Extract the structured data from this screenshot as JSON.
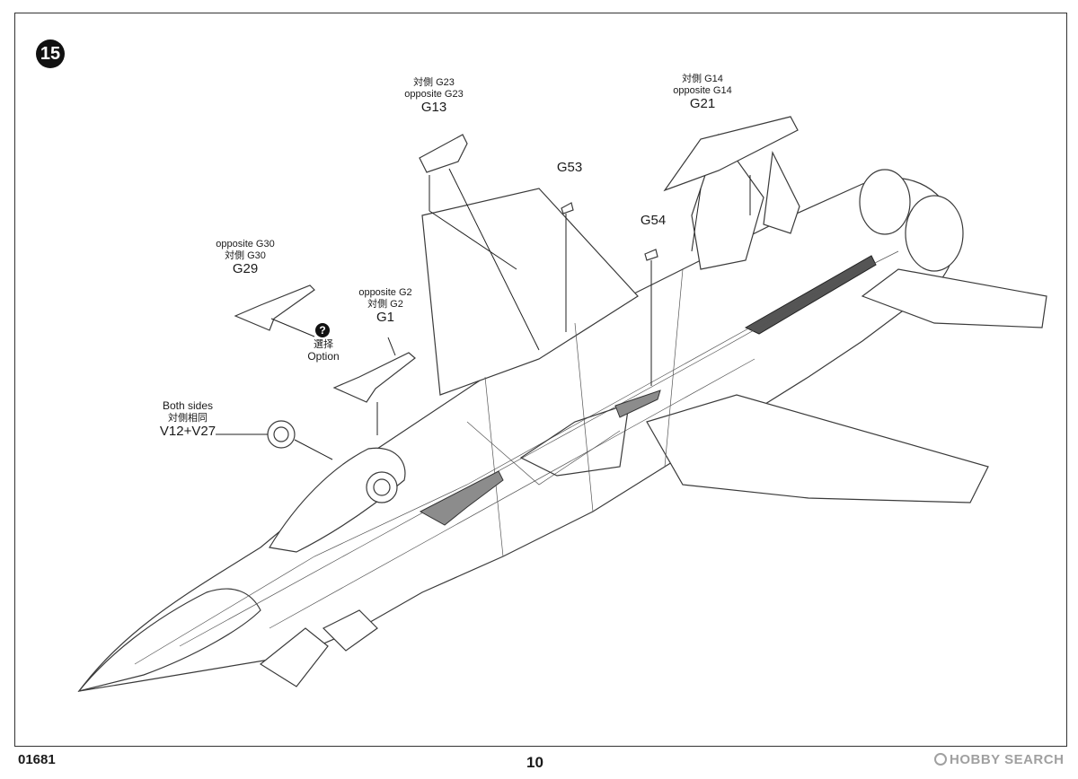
{
  "step": {
    "number": "15"
  },
  "callouts": {
    "g13": {
      "line1": "対側 G23",
      "line2": "opposite G23",
      "part": "G13"
    },
    "g21": {
      "line1": "対側 G14",
      "line2": "opposite G14",
      "part": "G21"
    },
    "g53": {
      "part": "G53"
    },
    "g54": {
      "part": "G54"
    },
    "g29": {
      "line1": "opposite G30",
      "line2": "対側 G30",
      "part": "G29"
    },
    "g1": {
      "line1": "opposite G2",
      "line2": "対側 G2",
      "part": "G1"
    },
    "option": {
      "badge": "?",
      "line1": "選择",
      "line2": "Option"
    },
    "wheel": {
      "line1": "Both sides",
      "line2": "対側相同",
      "part": "V12+V27"
    }
  },
  "footer": {
    "code": "01681",
    "page": "10",
    "watermark": "HOBBY SEARCH"
  }
}
